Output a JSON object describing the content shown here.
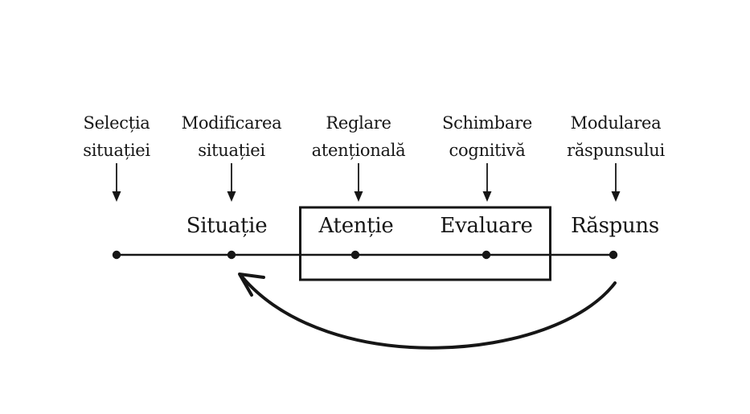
{
  "colors": {
    "ink": "#161616",
    "background": "#ffffff"
  },
  "top_labels": [
    {
      "line1": "Selecția",
      "line2": "situației"
    },
    {
      "line1": "Modificarea",
      "line2": "situației"
    },
    {
      "line1": "Reglare",
      "line2": "atențională"
    },
    {
      "line1": "Schimbare",
      "line2": "cognitivă"
    },
    {
      "line1": "Modularea",
      "line2": "răspunsului"
    }
  ],
  "timeline_labels": [
    {
      "text": "Situație"
    },
    {
      "text": "Atenție"
    },
    {
      "text": "Evaluare"
    },
    {
      "text": "Răspuns"
    }
  ]
}
